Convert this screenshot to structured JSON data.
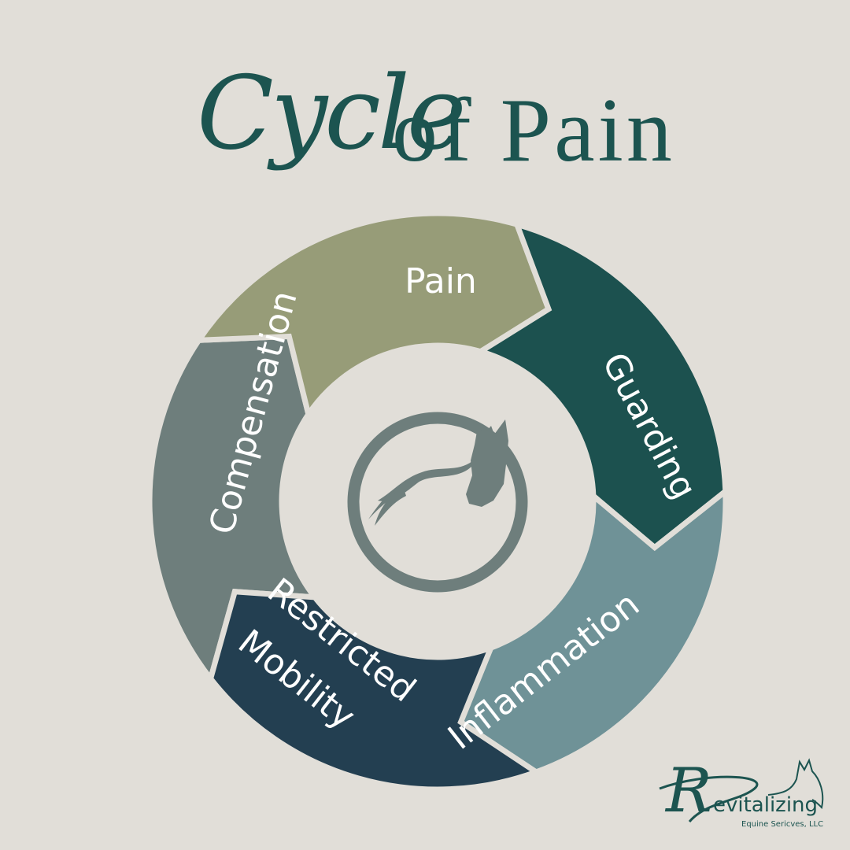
{
  "title": {
    "script_part": "Cycle",
    "serif_part": "of Pain"
  },
  "cycle": {
    "segments": [
      {
        "label": "Pain",
        "color": "#6e7e7c"
      },
      {
        "label": "Guarding",
        "color": "#979c78"
      },
      {
        "label": "Inflammation",
        "color": "#1c514f"
      },
      {
        "label_line1": "Restricted",
        "label_line2": "Mobility",
        "color": "#6f9297"
      },
      {
        "label": "Compensation",
        "color": "#233f51"
      }
    ],
    "center_icon": "horse-head-circle-icon"
  },
  "brand": {
    "initial": "R",
    "name_rest": "evitalizing",
    "tagline": "Equine Sericves, LLC",
    "icon": "horse-head-outline-icon"
  }
}
